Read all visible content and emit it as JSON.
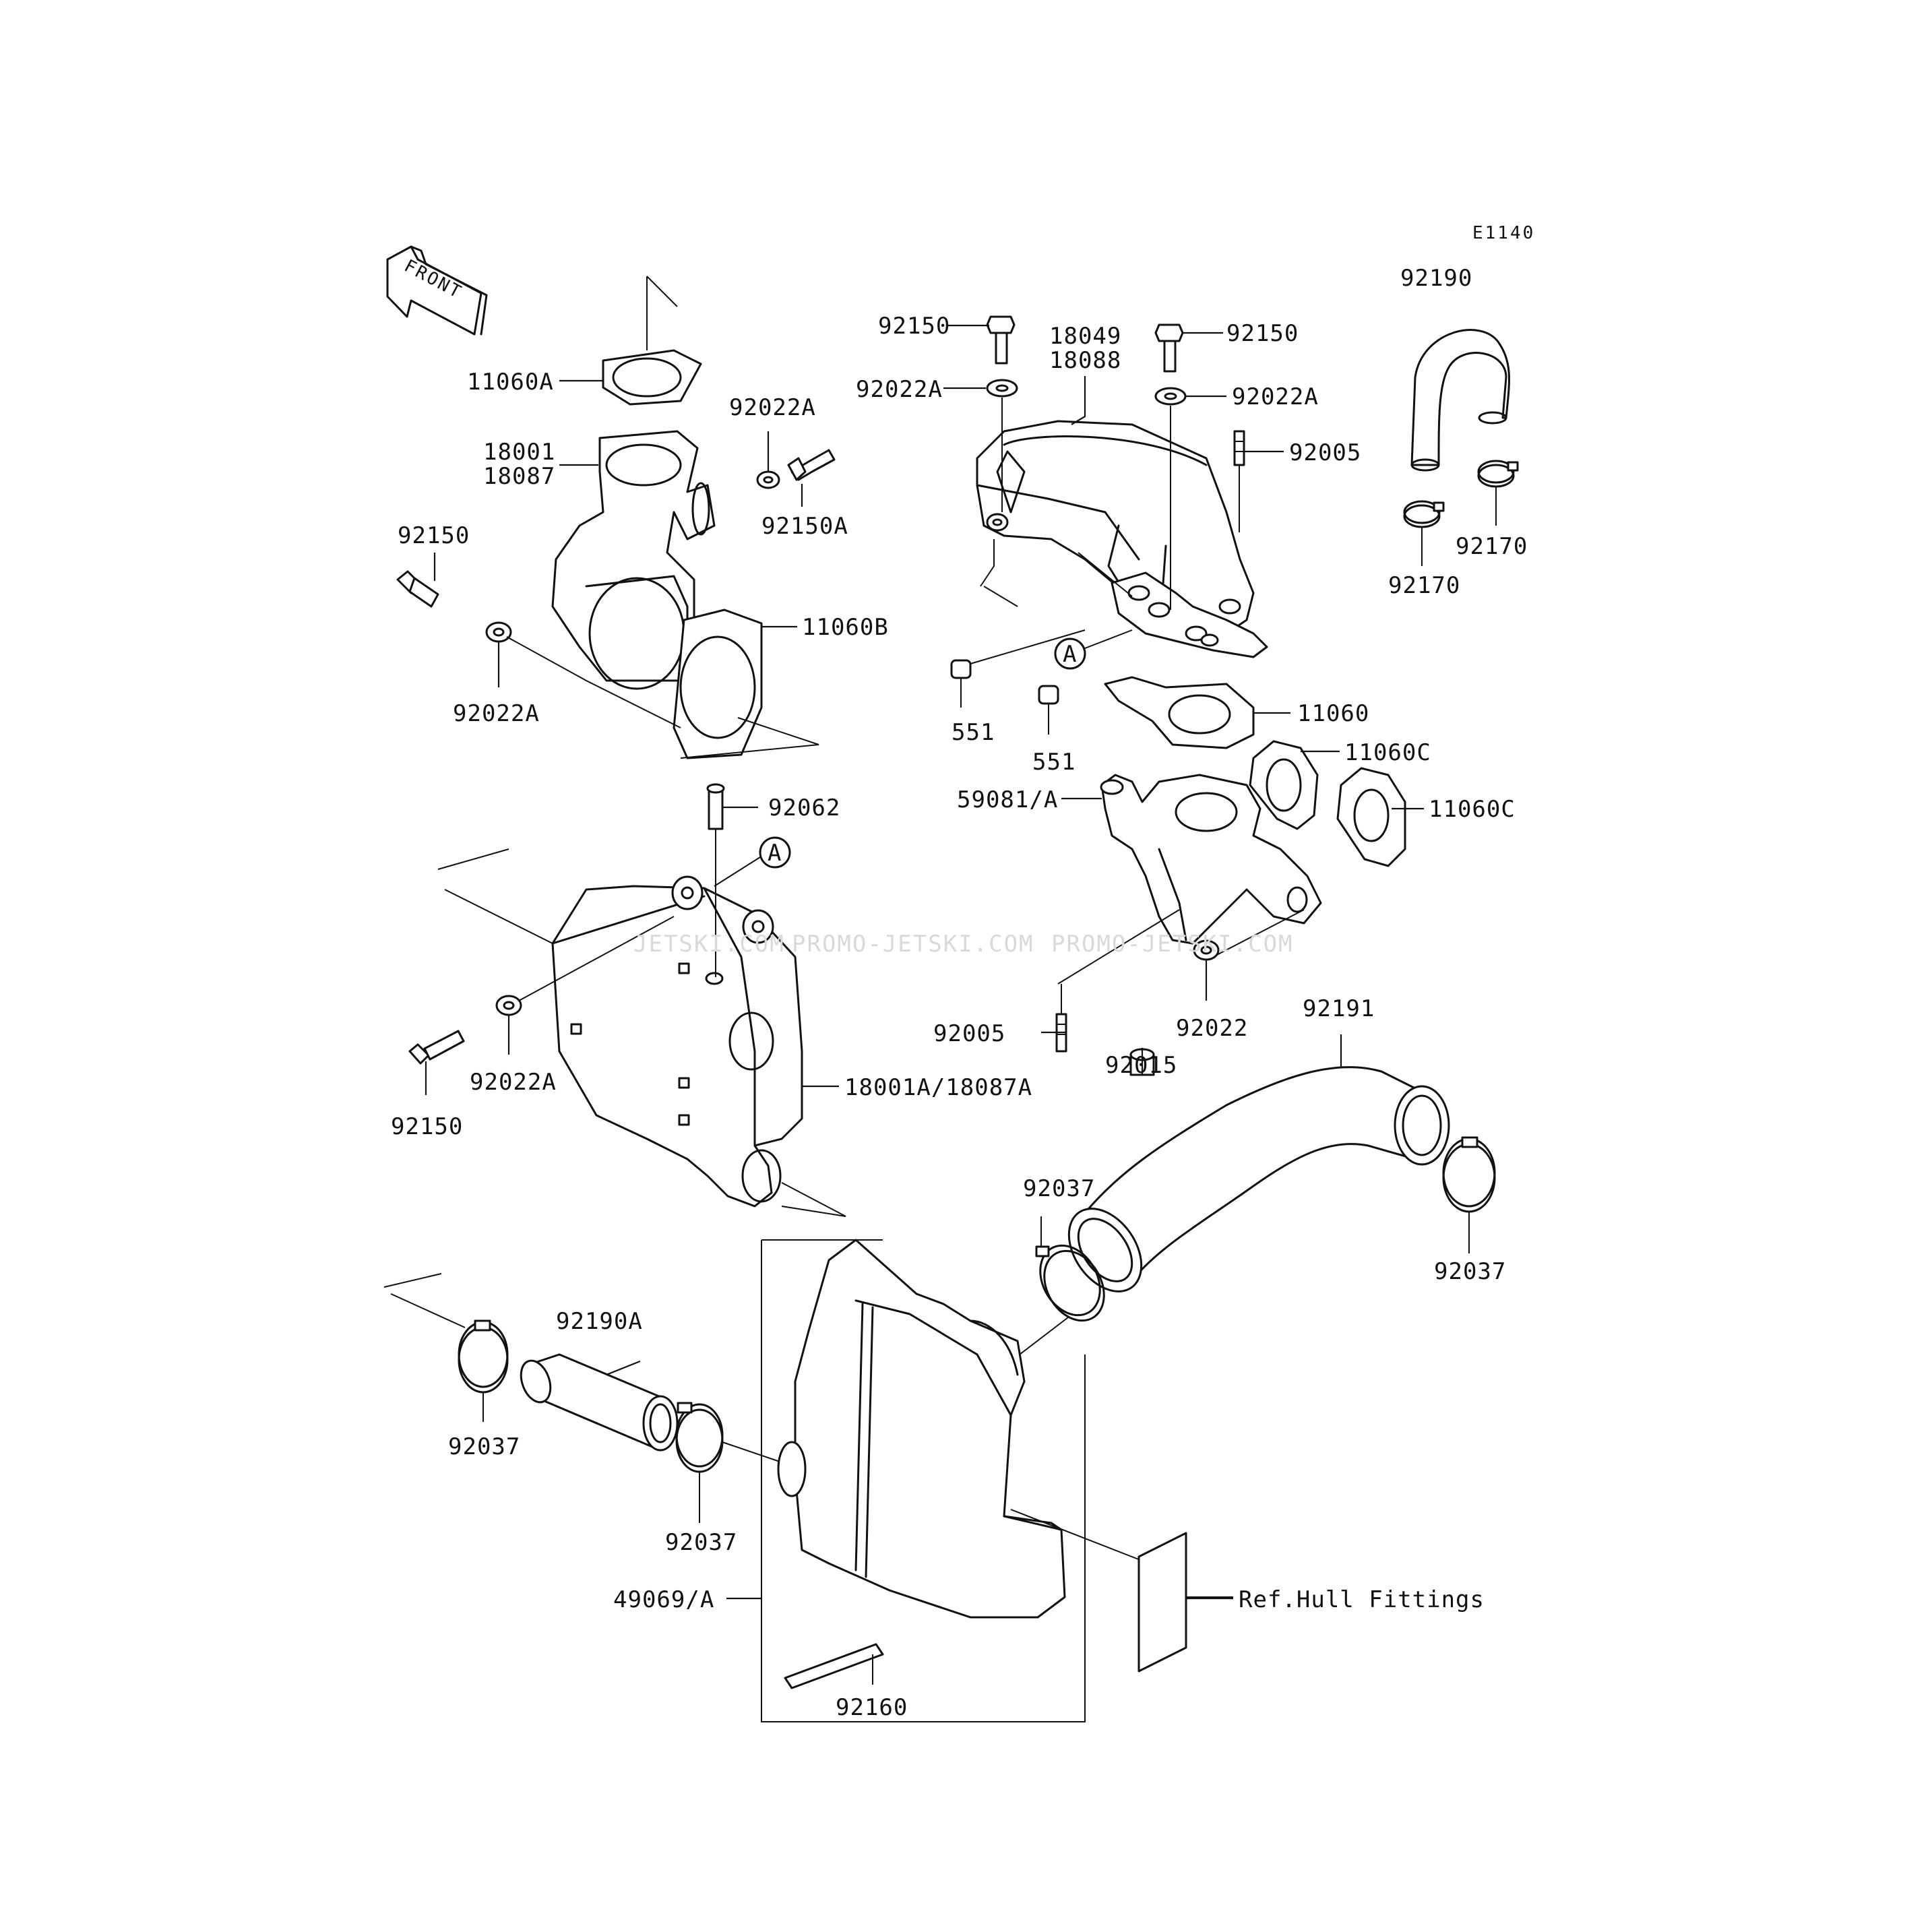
{
  "diagram_code": "E1140",
  "front_label": "FRONT",
  "callout_letter": "A",
  "watermarks": [
    "JETSKI.COM",
    "PROMO-JETSKI.COM",
    "PROMO-JETSKI.COM"
  ],
  "labels": {
    "p11060A": "11060A",
    "p18001_18087_a": "18001",
    "p18001_18087_b": "18087",
    "p92022A_tl": "92022A",
    "p92150A": "92150A",
    "p92150_l": "92150",
    "p11060B": "11060B",
    "p92022A_l": "92022A",
    "p92062": "92062",
    "p92022A_lm": "92022A",
    "p92150_lb": "92150",
    "p18001A": "18001A/18087A",
    "p92150_tc": "92150",
    "p92022A_tc": "92022A",
    "p18049": "18049",
    "p18088": "18088",
    "p92150_tr": "92150",
    "p92022A_tr": "92022A",
    "p92005_t": "92005",
    "p92190": "92190",
    "p92170_a": "92170",
    "p92170_b": "92170",
    "p551_a": "551",
    "p551_b": "551",
    "p11060": "11060",
    "p11060C_a": "11060C",
    "p11060C_b": "11060C",
    "p59081": "59081/A",
    "p92005_b": "92005",
    "p92015": "92015",
    "p92022": "92022",
    "p92191": "92191",
    "p92037_c": "92037",
    "p92037_r": "92037",
    "p92037_l": "92037",
    "p92190A": "92190A",
    "p92037_m": "92037",
    "p49069": "49069/A",
    "p92160": "92160",
    "ref_hull": "Ref.Hull Fittings"
  }
}
